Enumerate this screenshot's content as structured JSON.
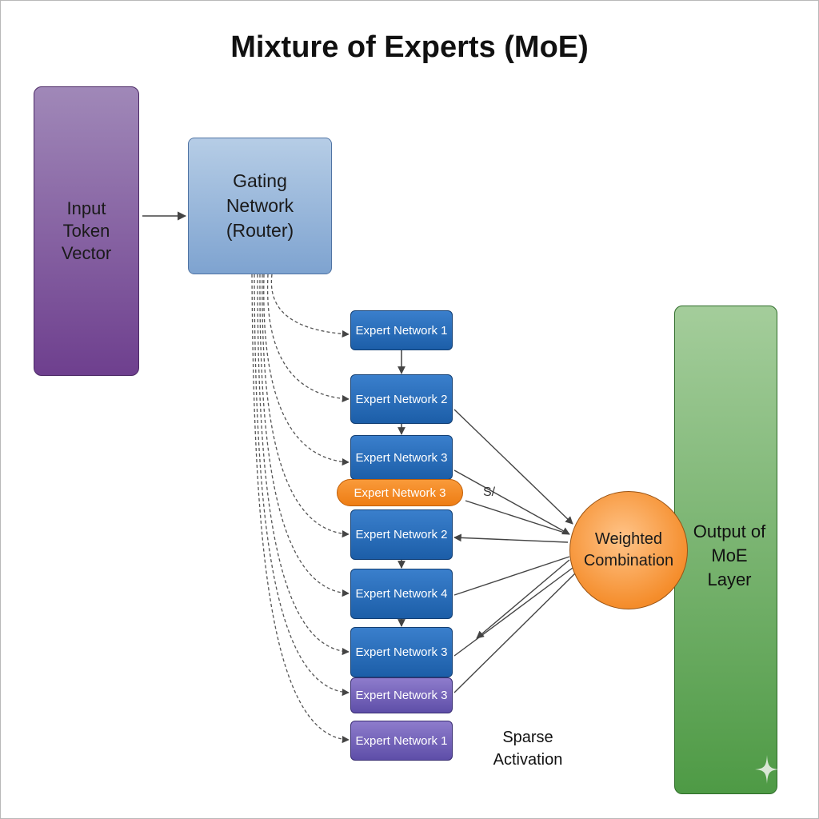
{
  "title": "Mixture of Experts (MoE)",
  "input": {
    "label": "Input\nToken\nVector"
  },
  "gating": {
    "label": "Gating\nNetwork\n(Router)"
  },
  "experts": [
    {
      "label": "Expert Network 1",
      "style": "blue"
    },
    {
      "label": "Expert Network 2",
      "style": "blue"
    },
    {
      "label": "Expert Network 3",
      "style": "blue"
    },
    {
      "label": "Expert Network 3",
      "style": "orange"
    },
    {
      "label": "Expert Network 2",
      "style": "blue"
    },
    {
      "label": "Expert Network 4",
      "style": "blue"
    },
    {
      "label": "Expert Network 3",
      "style": "blue"
    },
    {
      "label": "Expert Network 3",
      "style": "purple"
    },
    {
      "label": "Expert Network 1",
      "style": "purple"
    }
  ],
  "combiner": {
    "label": "Weighted\nCombination"
  },
  "output": {
    "label": "Output of\nMoE\nLayer"
  },
  "annotation": "S/",
  "sparse_label": "Sparse\nActivation",
  "colors": {
    "input": "#7d5299",
    "gating": "#8eb0d9",
    "expert_blue": "#2a6cb8",
    "expert_purple": "#6f5fb8",
    "highlight": "#f28a24",
    "combiner": "#f5922f",
    "output": "#6aad60"
  }
}
